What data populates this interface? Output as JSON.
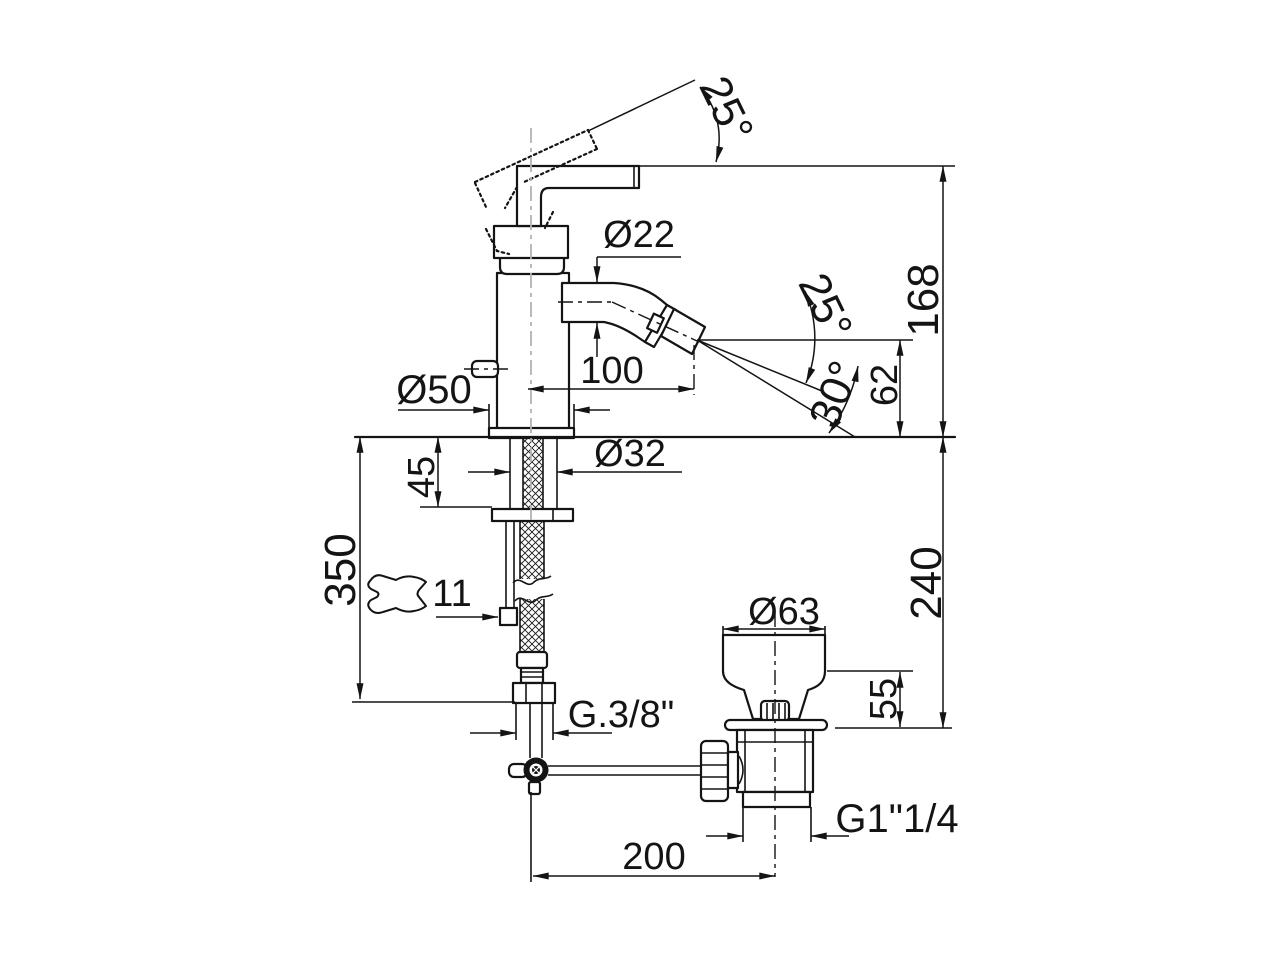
{
  "drawing": {
    "subject": "Single-hole bidet mixer tap with pop-up waste - dimensional technical drawing, side elevation",
    "background": "#ffffff",
    "line_color": "#141414",
    "centerline_color": "#b3b3b3"
  },
  "labels": {
    "handle_angle": "25°",
    "spray_angle_upper": "25°",
    "spray_angle_lower": "30°",
    "spout_diameter": "Ø22",
    "spout_reach": "100",
    "outlet_height": "62",
    "total_height": "168",
    "base_diameter": "Ø50",
    "shank_diameter": "Ø32",
    "max_deck_thickness": "45",
    "hose_drop": "350",
    "wrench_size": "11",
    "deck_to_drain": "240",
    "drain_flange_diameter": "Ø63",
    "drain_height": "55",
    "supply_thread": "G.3/8\"",
    "drain_thread": "G1\"1/4",
    "rod_to_drain": "200"
  }
}
